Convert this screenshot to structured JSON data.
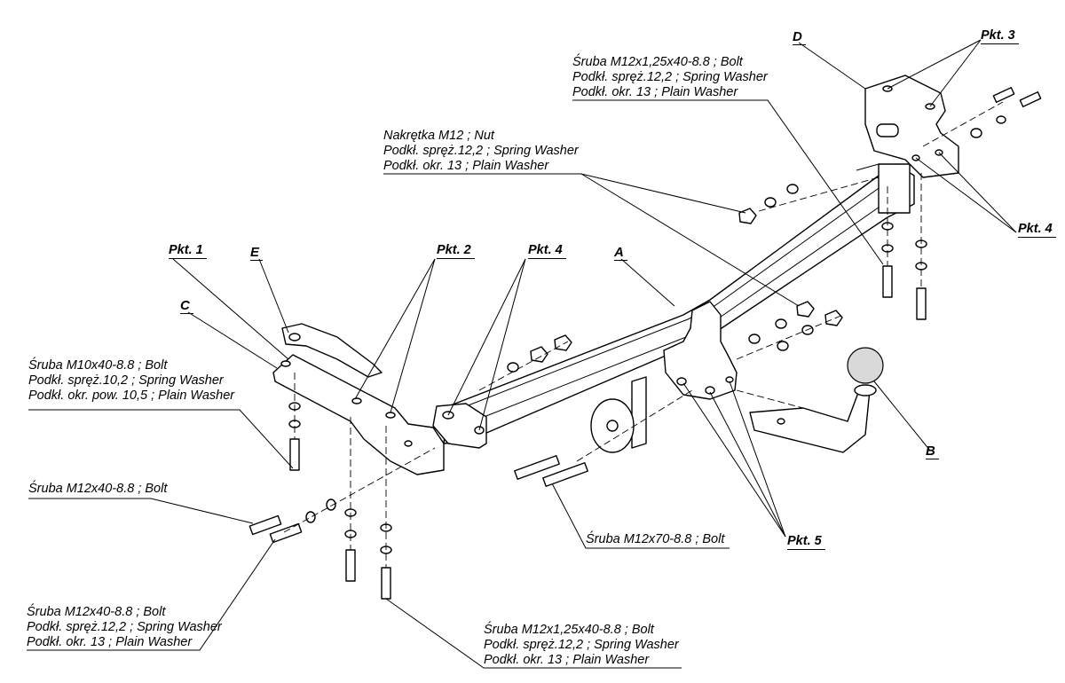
{
  "labels": {
    "pkt1": "Pkt. 1",
    "pkt2": "Pkt. 2",
    "pkt3": "Pkt. 3",
    "pkt4_left": "Pkt. 4",
    "pkt4_right": "Pkt. 4",
    "pkt5": "Pkt. 5",
    "A": "A",
    "B": "B",
    "C": "C",
    "D": "D",
    "E": "E"
  },
  "callouts": {
    "top_right": [
      "Śruba M12x1,25x40-8.8 ;  Bolt",
      "Podkł. spręż.12,2 ; Spring Washer",
      "Podkł. okr. 13 ; Plain Washer"
    ],
    "top_center": [
      "Nakrętka  M12 ; Nut",
      "Podkł. spręż.12,2 ; Spring Washer",
      "Podkł. okr. 13 ; Plain Washer"
    ],
    "left_m10": [
      "Śruba M10x40-8.8 ;  Bolt",
      "Podkł. spręż.10,2 ; Spring Washer",
      "Podkł. okr. pow. 10,5 ; Plain Washer"
    ],
    "left_m12": [
      "Śruba M12x40-8.8 ;  Bolt"
    ],
    "bottom_left": [
      "Śruba M12x40-8.8 ;  Bolt",
      "Podkł. spręż.12,2 ; Spring Washer",
      "Podkł. okr. 13 ; Plain Washer"
    ],
    "bottom_center": [
      "Śruba M12x1,25x40-8.8 ;  Bolt",
      "Podkł. spręż.12,2 ; Spring Washer",
      "Podkł. okr. 13 ; Plain Washer"
    ],
    "m12x70": [
      "Śruba M12x70-8.8 ;  Bolt"
    ]
  }
}
